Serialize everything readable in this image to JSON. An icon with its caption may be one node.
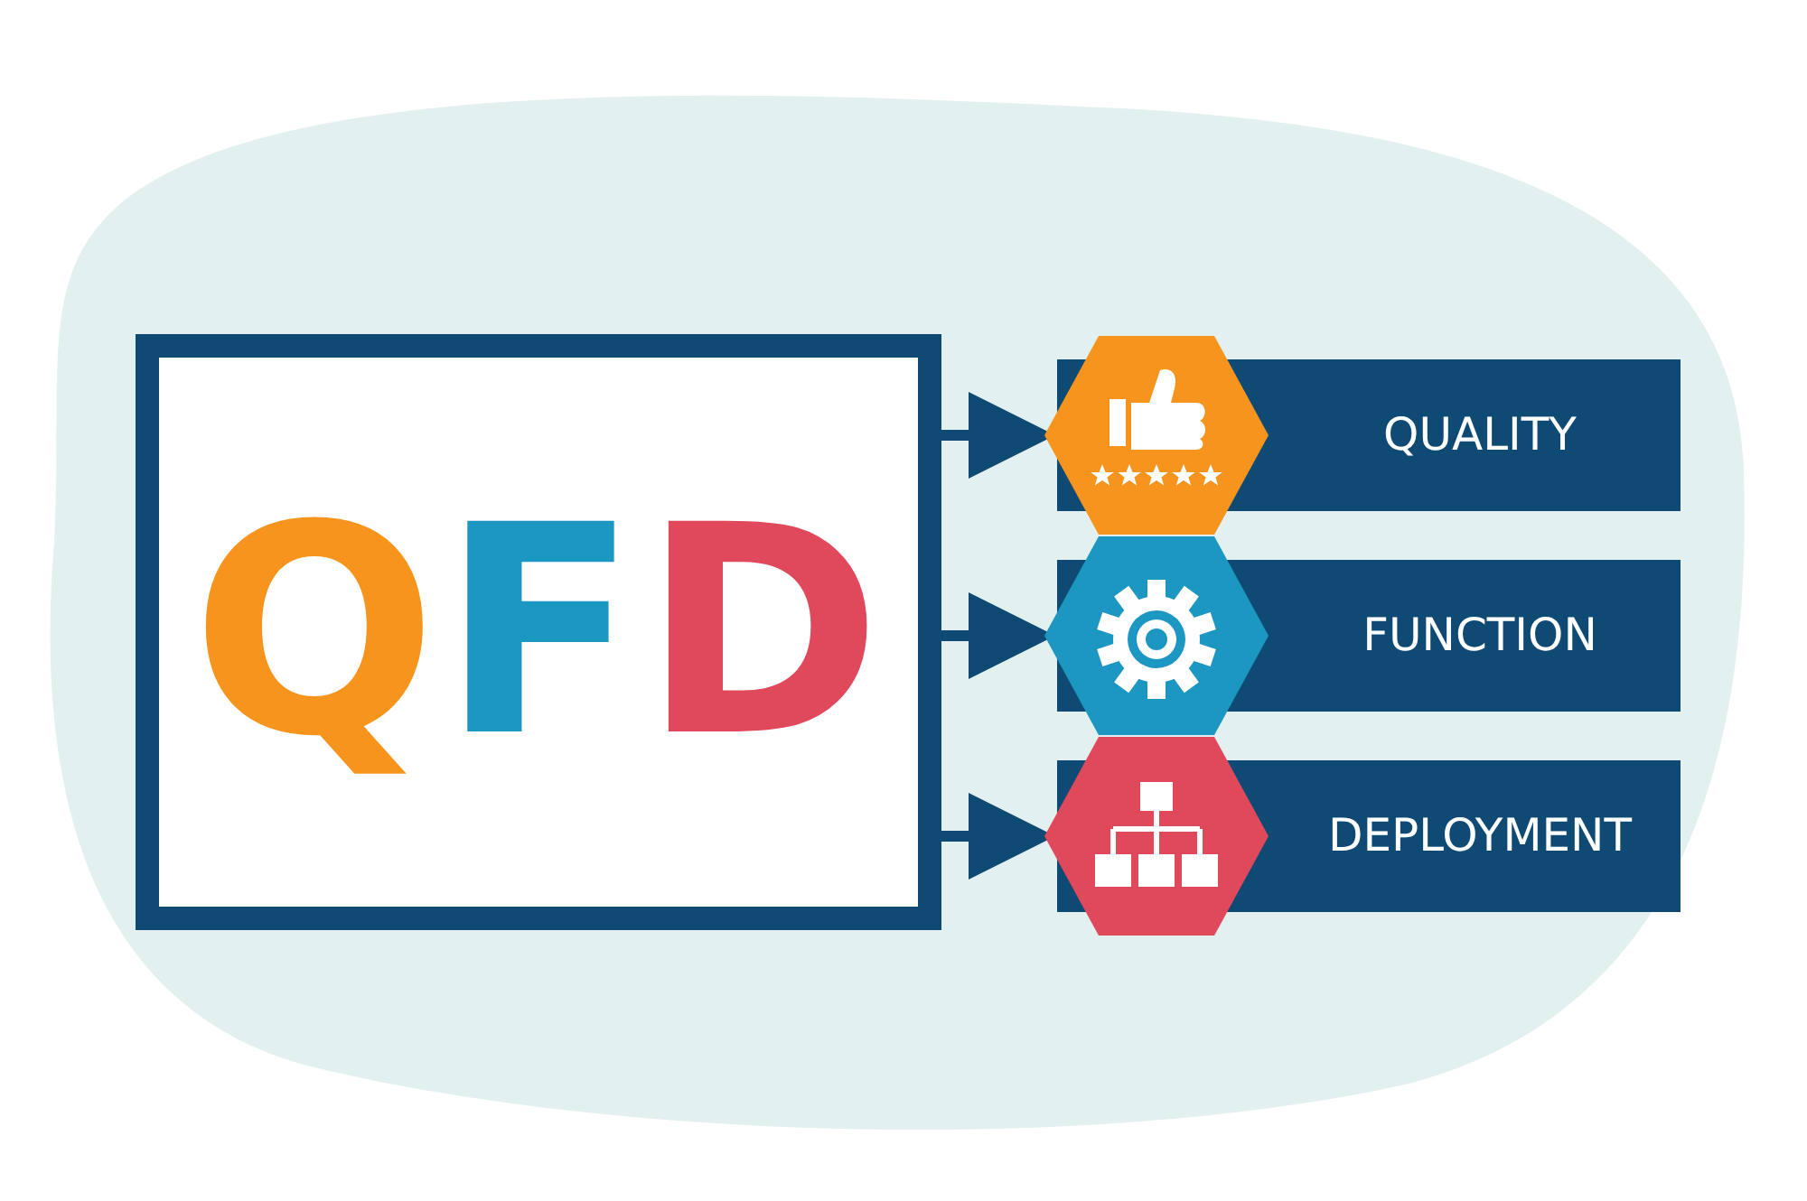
{
  "diagram": {
    "nodes": [
      {
        "text": [
          "QFD"
        ]
      },
      {
        "text": [
          "QUALITY"
        ]
      },
      {
        "text": [
          "FUNCTION"
        ]
      },
      {
        "text": [
          "DEPLOYMENT"
        ]
      }
    ],
    "edges": [
      {
        "from": 0,
        "to": 1,
        "arrow": "to"
      },
      {
        "from": 0,
        "to": 2,
        "arrow": "to"
      },
      {
        "from": 0,
        "to": 3,
        "arrow": "to"
      }
    ]
  }
}
